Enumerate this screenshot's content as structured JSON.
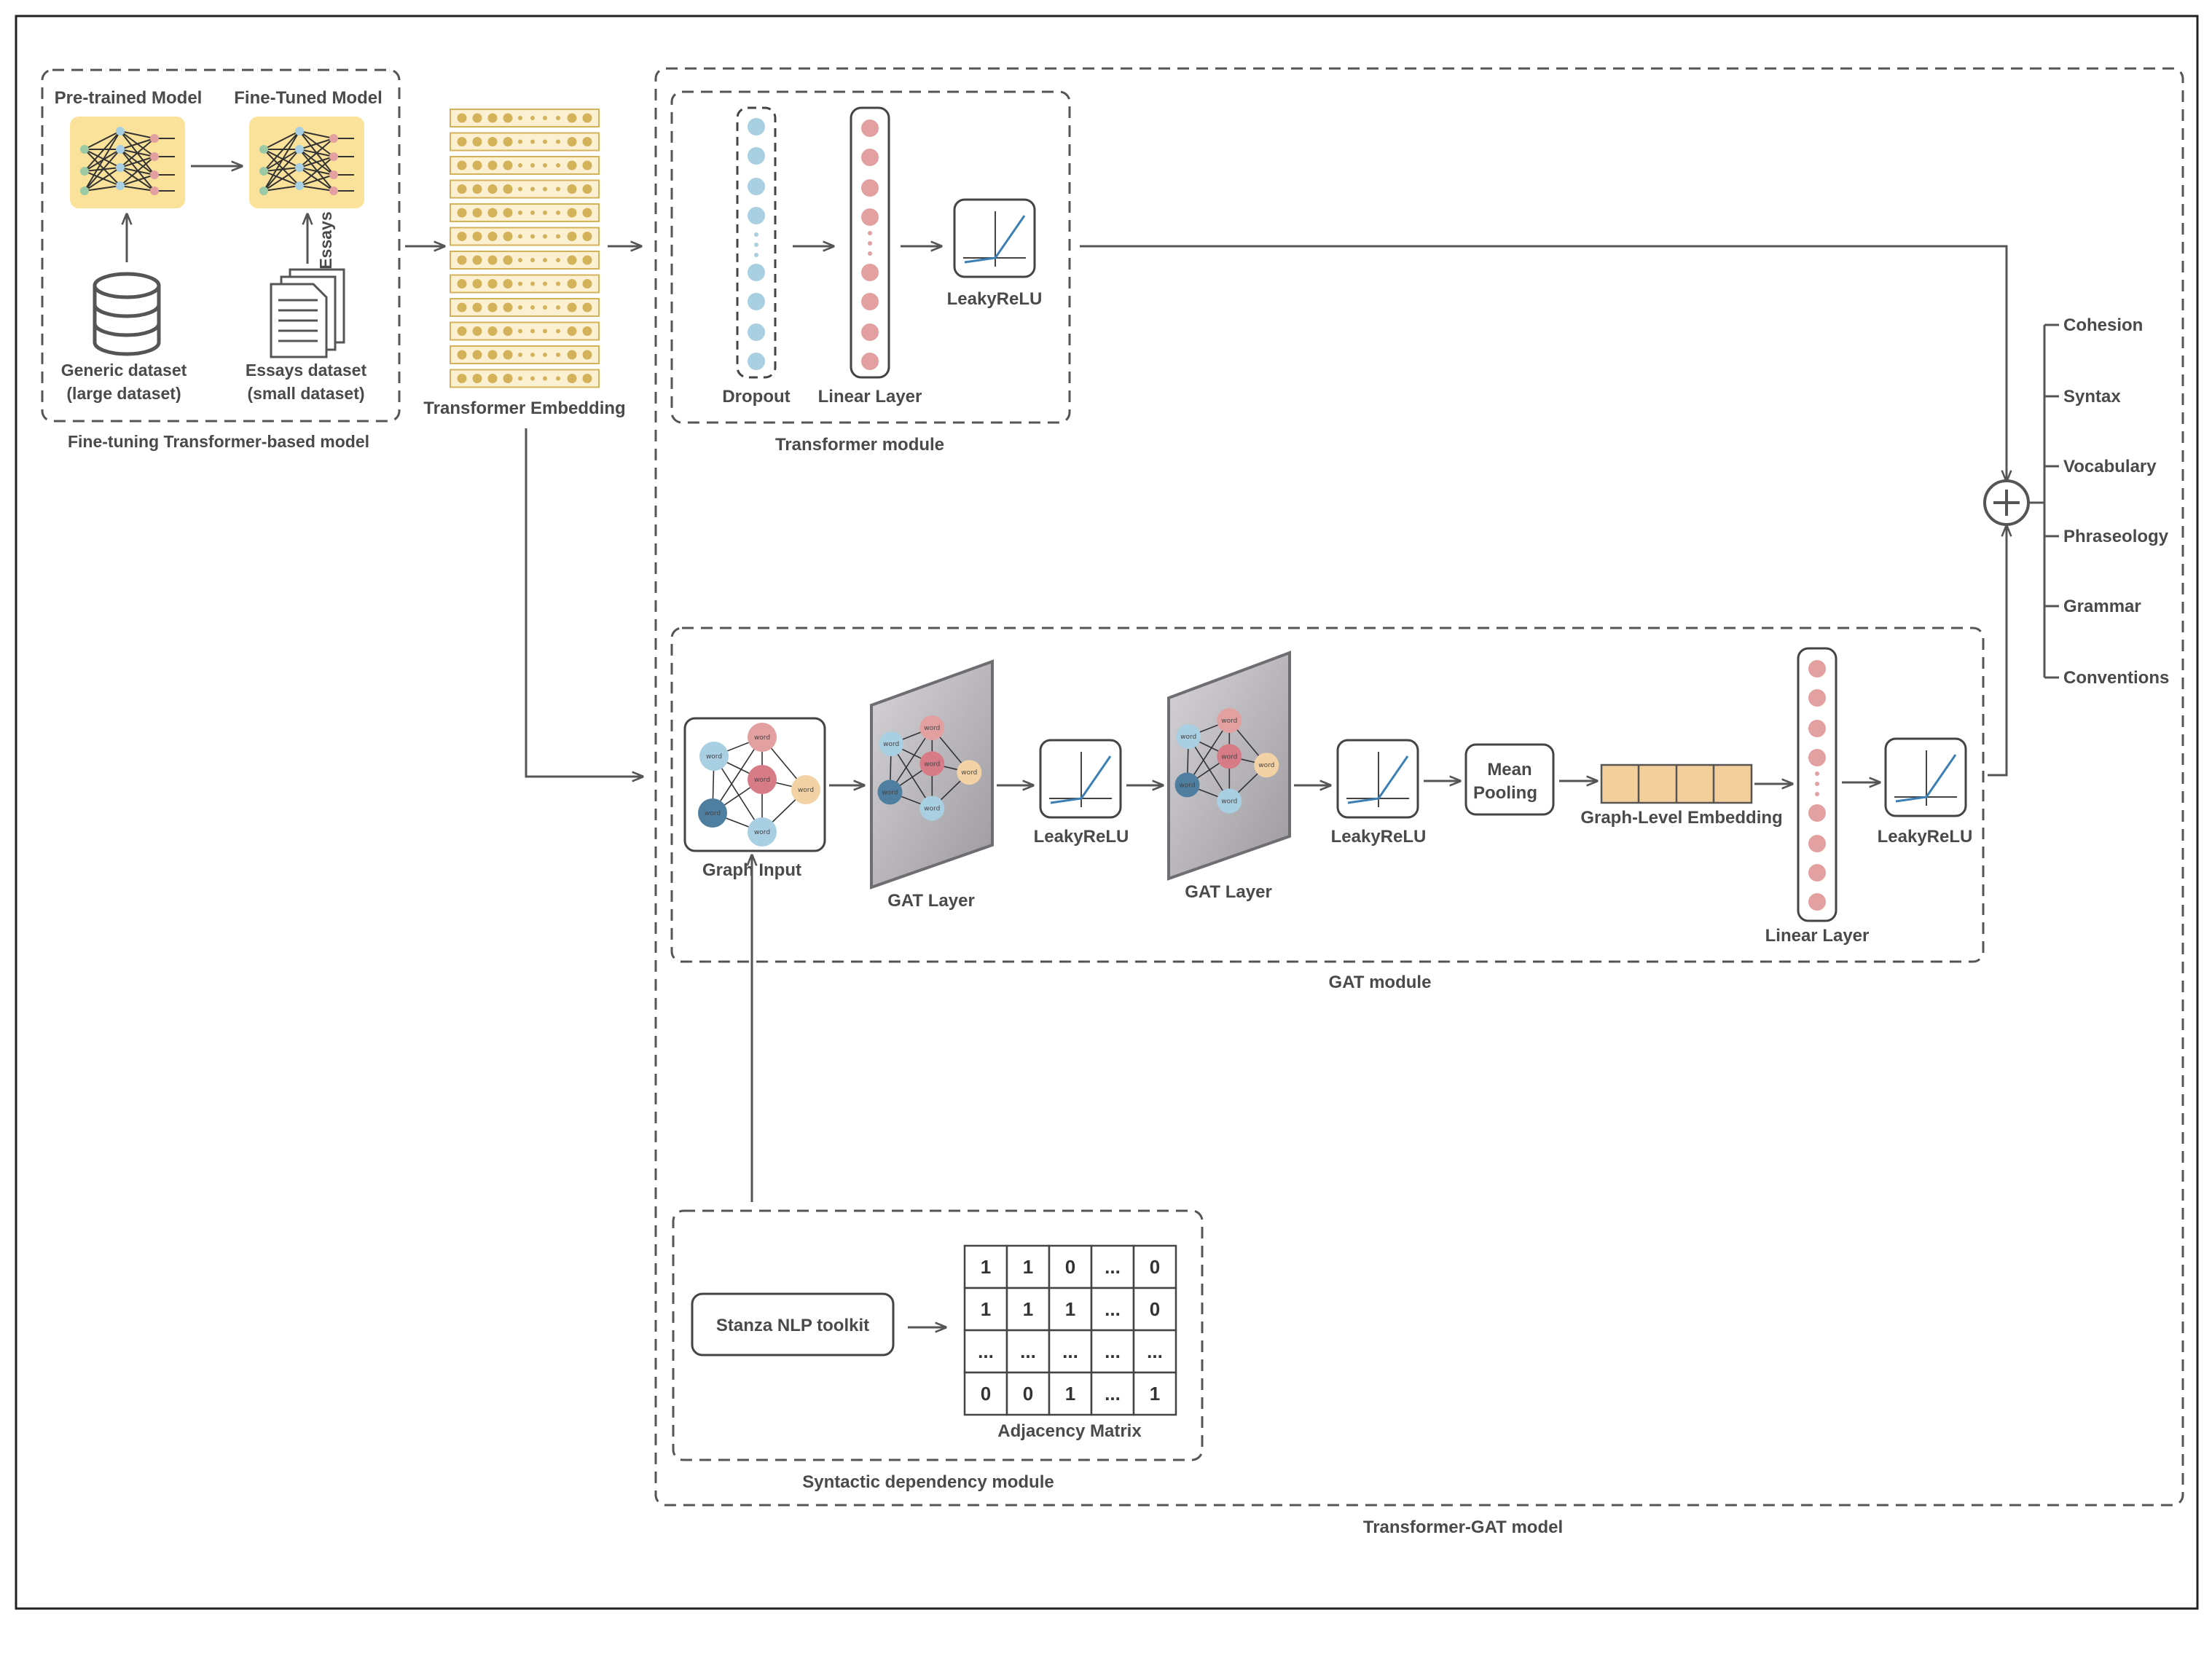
{
  "pretrained": {
    "title": "Pre-trained Model"
  },
  "finetuned": {
    "title": "Fine-Tuned Model"
  },
  "generic_dataset": {
    "line1": "Generic dataset",
    "line2": "(large dataset)"
  },
  "essays_dataset": {
    "line1": "Essays dataset",
    "line2": "(small dataset)"
  },
  "essays_arrow_label": "Essays",
  "finetune_group": {
    "label": "Fine-tuning Transformer-based model"
  },
  "transformer_embedding": {
    "label": "Transformer Embedding"
  },
  "transformer_module": {
    "label": "Transformer module",
    "dropout": "Dropout",
    "linear": "Linear Layer",
    "activation": "LeakyReLU"
  },
  "gat_module": {
    "label": "GAT module",
    "graph_input": "Graph Input",
    "gat_layer_1": "GAT Layer",
    "act_1": "LeakyReLU",
    "gat_layer_2": "GAT Layer",
    "act_2": "LeakyReLU",
    "pooling_line1": "Mean",
    "pooling_line2": "Pooling",
    "graph_embedding": "Graph-Level Embedding",
    "linear": "Linear Layer",
    "act_3": "LeakyReLU"
  },
  "node_word": "word",
  "syntactic_module": {
    "label": "Syntactic dependency module",
    "toolkit": "Stanza NLP toolkit",
    "matrix_label": "Adjacency Matrix",
    "matrix": [
      [
        "1",
        "1",
        "0",
        "...",
        "0"
      ],
      [
        "1",
        "1",
        "1",
        "...",
        "0"
      ],
      [
        "...",
        "...",
        "...",
        "...",
        "..."
      ],
      [
        "0",
        "0",
        "1",
        "...",
        "1"
      ]
    ]
  },
  "outer_model": {
    "label": "Transformer-GAT model"
  },
  "outputs": [
    "Cohesion",
    "Syntax",
    "Vocabulary",
    "Phraseology",
    "Grammar",
    "Conventions"
  ],
  "colors": {
    "yellow_bg": "#fbe29a",
    "gold_dot": "#d4b25a",
    "blue_node": "#a9cfe2",
    "pink_node": "#e3a0a0",
    "peach_cell": "#f3cf9c",
    "green_node": "#9ccaa4",
    "line": "#555555"
  }
}
